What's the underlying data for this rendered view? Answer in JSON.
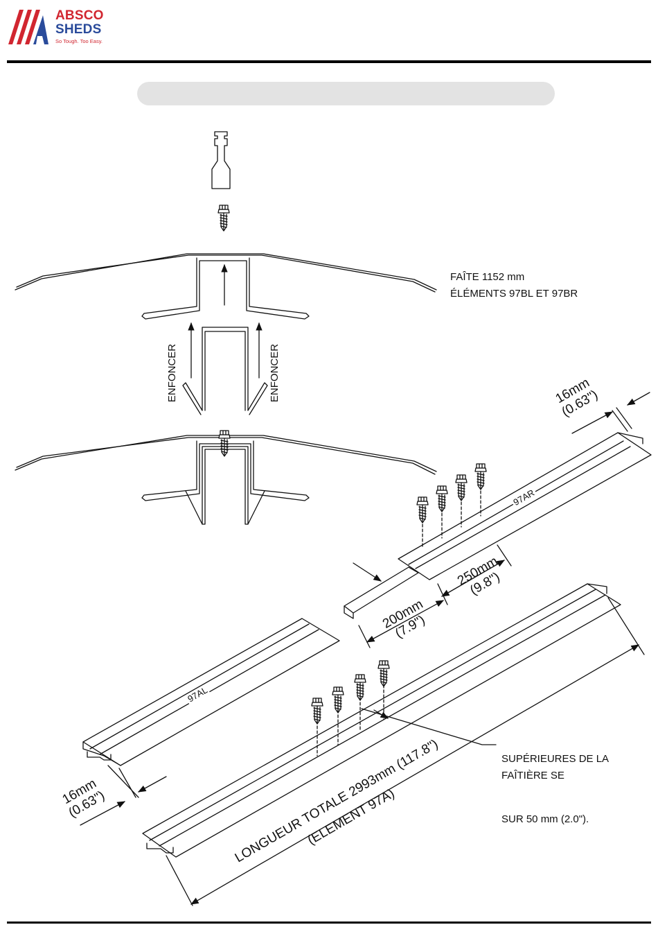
{
  "brand": {
    "name_top": "ABSCO",
    "name_bottom": "SHEDS",
    "tagline": "So Tough. Too Easy.",
    "colors": {
      "red": "#d12630",
      "blue": "#2a4b9b"
    }
  },
  "banner": {
    "title": ""
  },
  "labels": {
    "ridge_line1": "FAÎTE 1152 mm",
    "ridge_line2": "ÉLÉMENTS 97BL ET 97BR",
    "push_left": "ENFONCER",
    "push_right": "ENFONCER",
    "part_97ar": "97AR",
    "part_97al": "97AL",
    "dim_16_right_mm": "16mm",
    "dim_16_right_in": "(0.63\")",
    "dim_250_mm": "250mm",
    "dim_250_in": "(9.8\")",
    "dim_200_mm": "200mm",
    "dim_200_in": "(7.9\")",
    "dim_16_left_mm": "16mm",
    "dim_16_left_in": "(0.63\")",
    "total_length": "LONGUEUR TOTALE 2993mm (117.8\")",
    "element": "(ELEMENT 97A)",
    "overlap_line1": "SUPÉRIEURES DE LA",
    "overlap_line2": "FAÎTIÈRE SE",
    "overlap_line3": "SUR 50 mm (2.0\")."
  },
  "icons": [
    "driver-bit-icon",
    "screw-icon"
  ]
}
